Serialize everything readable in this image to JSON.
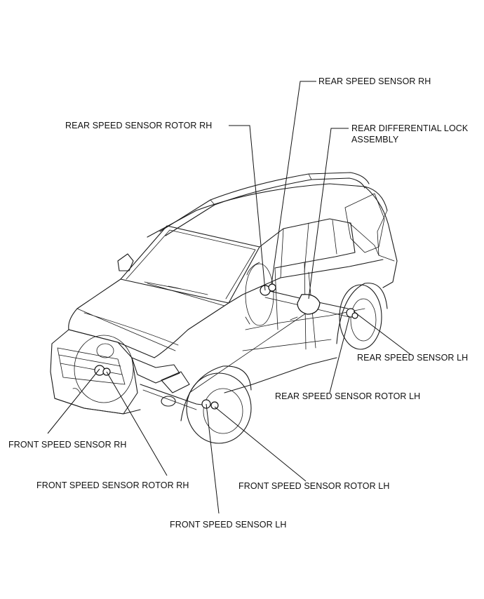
{
  "labels": {
    "rear_speed_sensor_rh": "REAR SPEED SENSOR RH",
    "rear_speed_sensor_rotor_rh": "REAR SPEED SENSOR ROTOR RH",
    "rear_diff_lock_line1": "REAR DIFFERENTIAL LOCK",
    "rear_diff_lock_line2": "ASSEMBLY",
    "rear_speed_sensor_lh": "REAR SPEED SENSOR LH",
    "rear_speed_sensor_rotor_lh": "REAR SPEED SENSOR ROTOR LH",
    "front_speed_sensor_rh": "FRONT SPEED SENSOR RH",
    "front_speed_sensor_rotor_rh": "FRONT SPEED SENSOR ROTOR RH",
    "front_speed_sensor_rotor_lh": "FRONT SPEED SENSOR ROTOR LH",
    "front_speed_sensor_lh": "FRONT SPEED SENSOR LH"
  }
}
